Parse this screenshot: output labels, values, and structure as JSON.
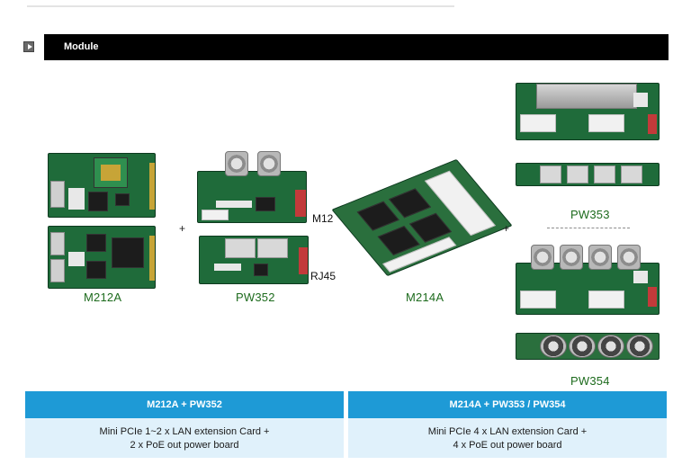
{
  "section": {
    "title": "Module"
  },
  "products": {
    "m212a": "M212A",
    "pw352": "PW352",
    "m214a": "M214A",
    "pw353": "PW353",
    "pw354": "PW354"
  },
  "connectors": {
    "m12": "M12",
    "rj45": "RJ45"
  },
  "plus_signs": {
    "left": "+",
    "right": "+"
  },
  "table": {
    "left": {
      "header": "M212A + PW352",
      "line1": "Mini PCIe 1~2 x LAN extension Card +",
      "line2": "2 x PoE out power board"
    },
    "right": {
      "header": "M214A + PW353 / PW354",
      "line1": "Mini PCIe 4 x LAN extension Card +",
      "line2": "4 x PoE out power board"
    }
  },
  "colors": {
    "header_bar": "#000000",
    "table_header": "#1e9ad6",
    "table_body": "#e0f1fb",
    "label_green": "#1d6b1d"
  }
}
